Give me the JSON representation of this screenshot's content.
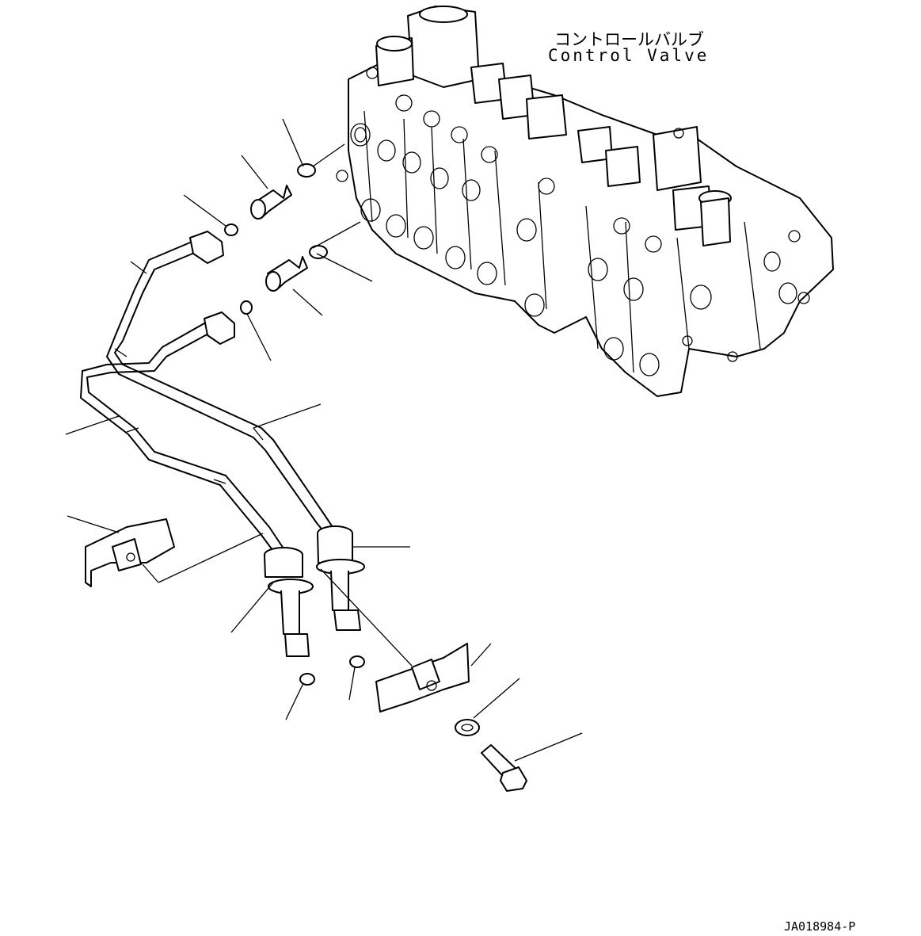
{
  "labels": {
    "control_valve_jp": "コントロールバルブ",
    "control_valve_en": "Control Valve",
    "drawing_code": "JA018984-P"
  },
  "icons": [
    "control-valve-assembly",
    "tube",
    "elbow-fitting",
    "o-ring",
    "clamp",
    "washer",
    "bolt"
  ]
}
